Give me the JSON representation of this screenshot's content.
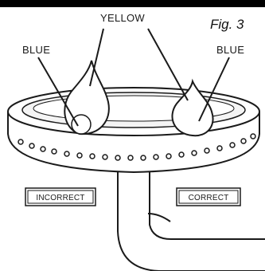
{
  "figure": {
    "label": "Fig. 3"
  },
  "labels": {
    "yellow": "YELLOW",
    "blue_left": "BLUE",
    "blue_right": "BLUE",
    "incorrect": "INCORRECT",
    "correct": "CORRECT"
  },
  "colors": {
    "ink": "#1a1a1a",
    "top_bar": "#000000",
    "background": "#ffffff"
  }
}
